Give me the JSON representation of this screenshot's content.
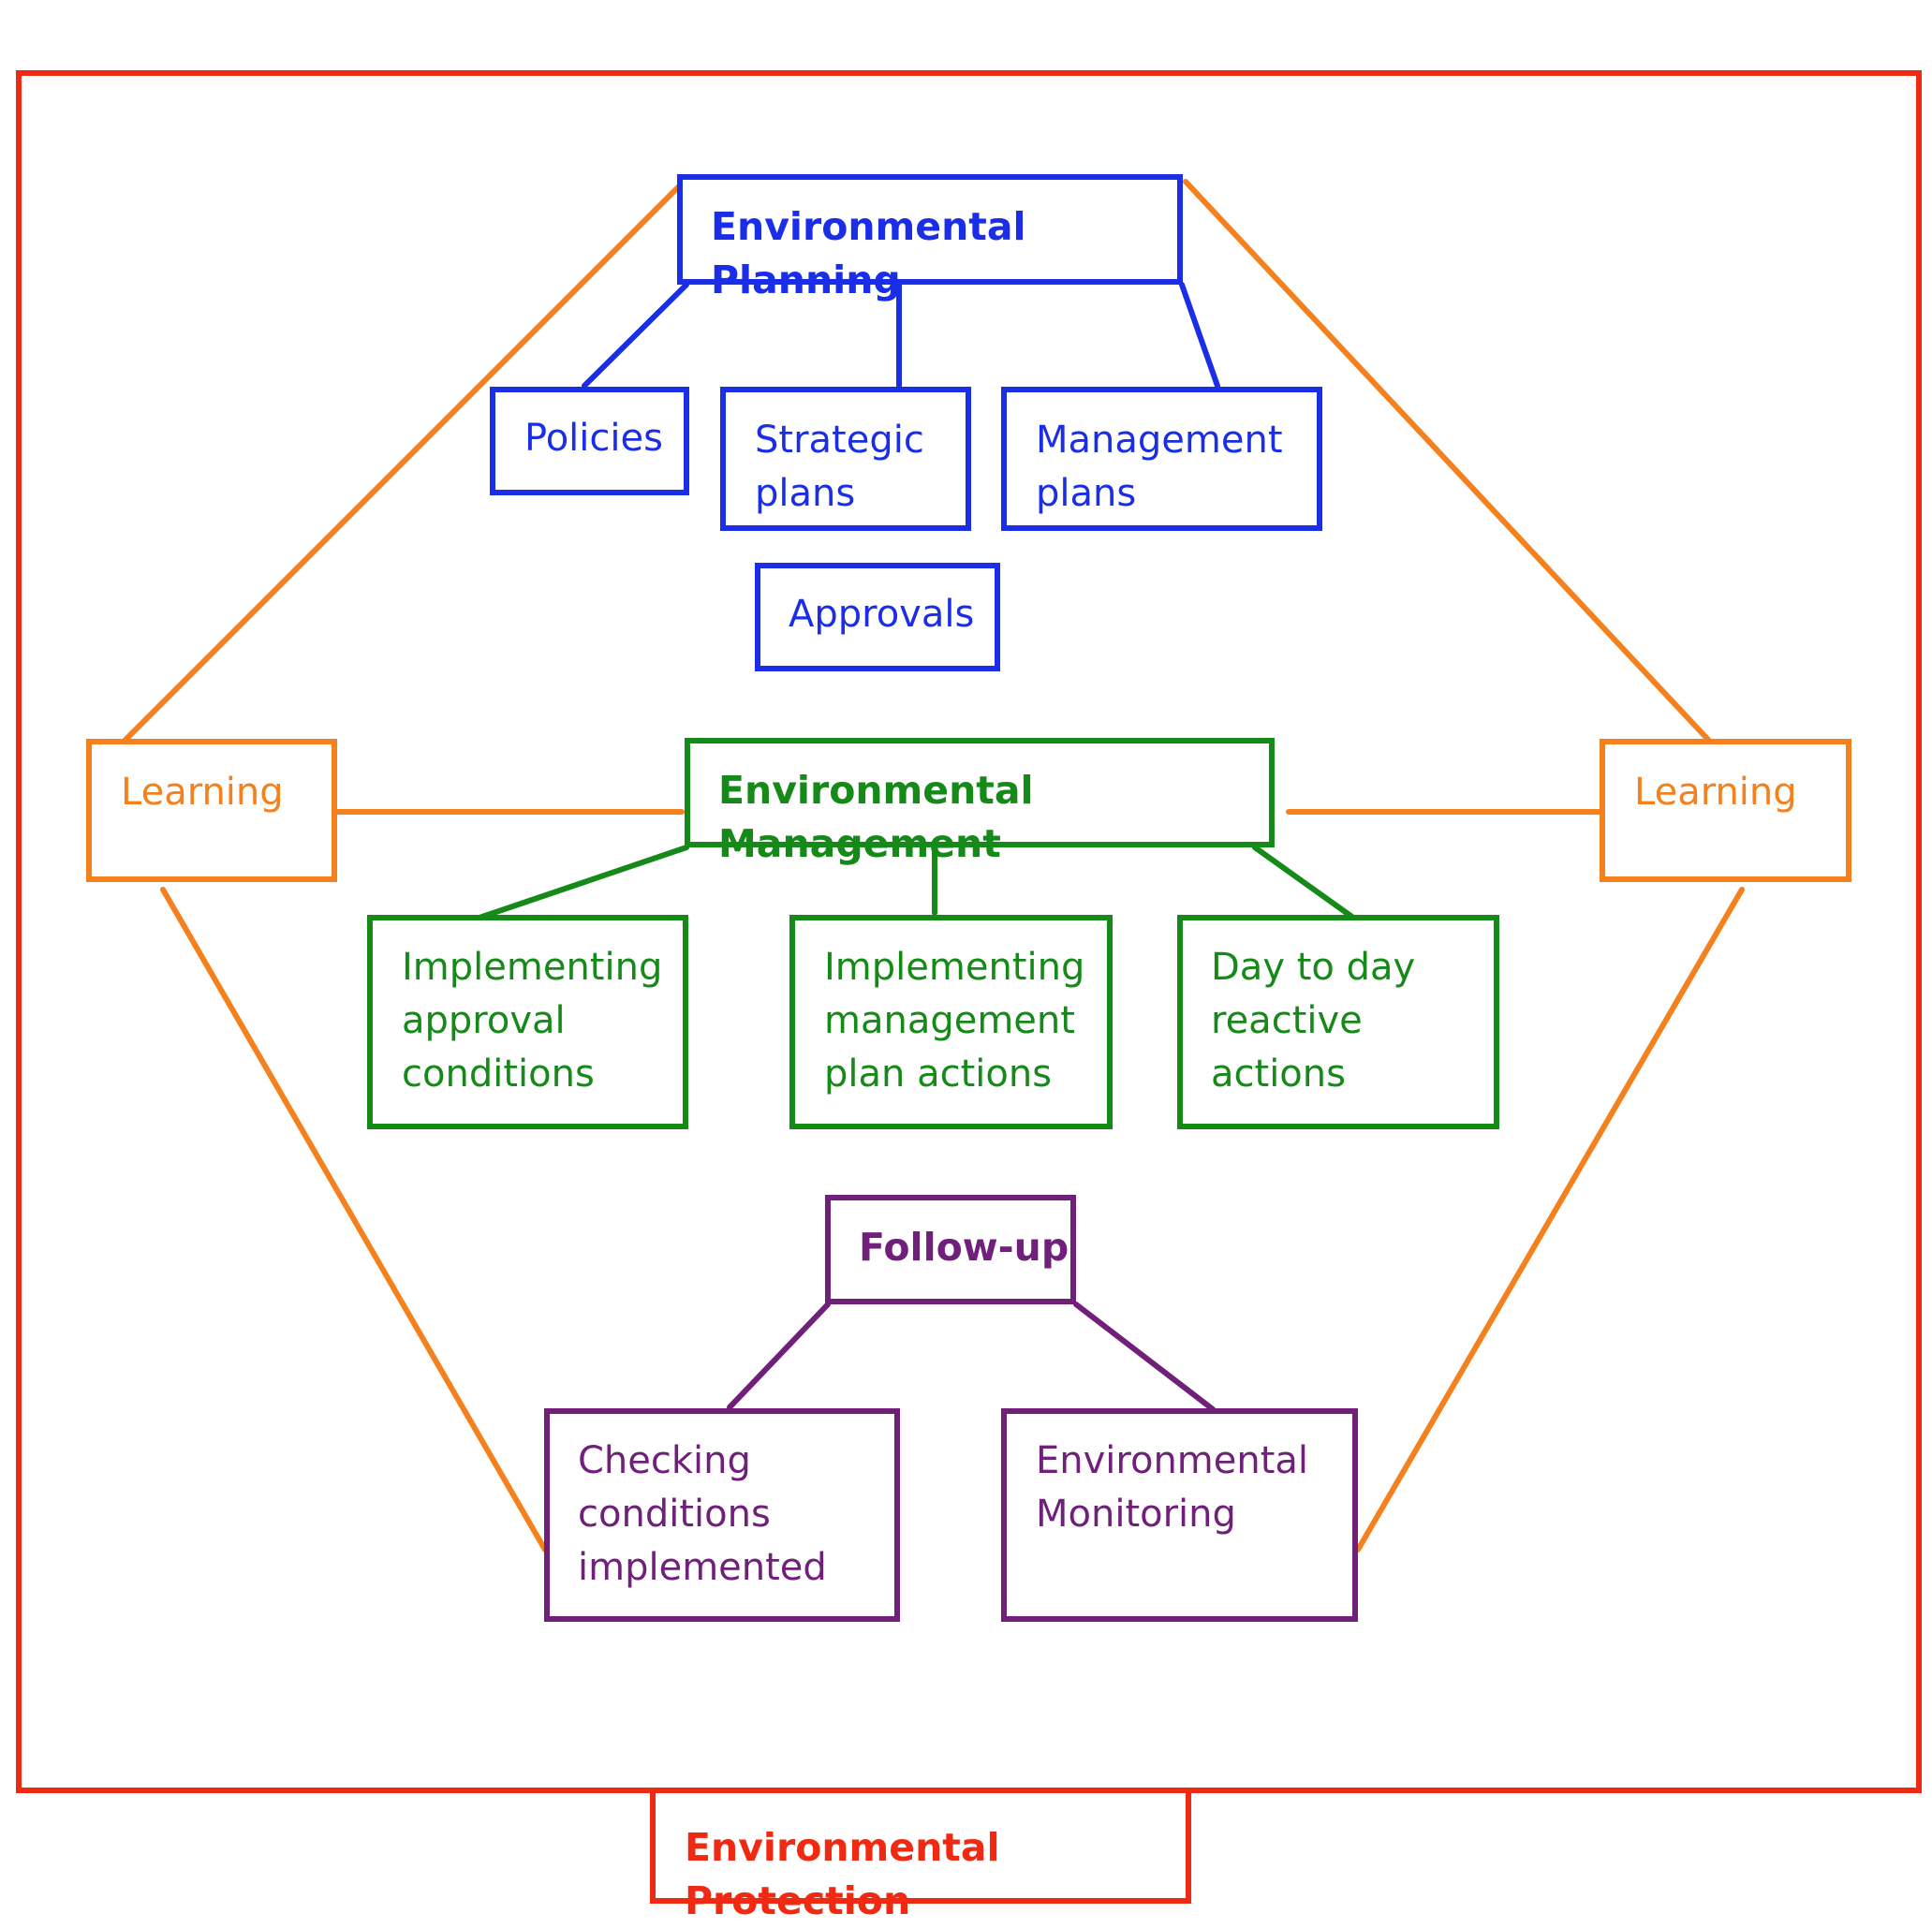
{
  "colors": {
    "planning": "#1a2ee8",
    "management": "#168a18",
    "followup": "#701f7a",
    "learning": "#f5811e",
    "protection": "#f02a12"
  },
  "planning": {
    "title": "Environmental Planning",
    "policies": "Policies",
    "strategic_plans": "Strategic\nplans",
    "management_plans": "Management\nplans",
    "approvals": "Approvals"
  },
  "management": {
    "title": "Environmental Management",
    "approval_conditions": "Implementing\napproval\nconditions",
    "plan_actions": "Implementing\nmanagement\nplan actions",
    "reactive_actions": "Day to day\nreactive\nactions"
  },
  "followup": {
    "title": "Follow-up",
    "checking": "Checking\nconditions\nimplemented",
    "monitoring": "Environmental\nMonitoring"
  },
  "learning": {
    "left": "Learning",
    "right": "Learning"
  },
  "protection": {
    "title": "Environmental Protection"
  }
}
